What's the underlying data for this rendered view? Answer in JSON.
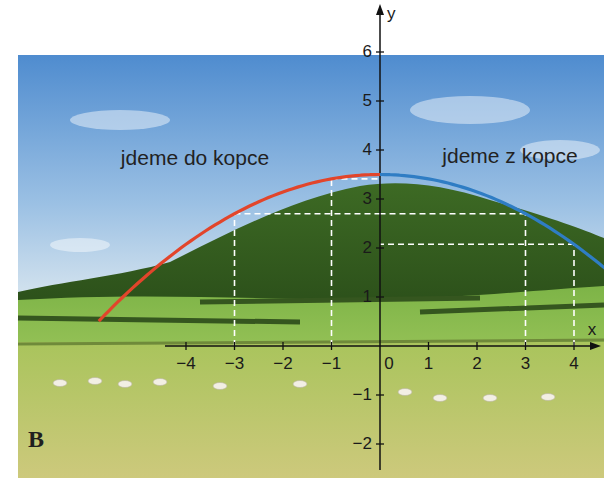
{
  "diagram": {
    "labels": [
      "y",
      "6",
      "5",
      "4",
      "3",
      "2",
      "1",
      "−1",
      "−2",
      "−4",
      "−3",
      "−2",
      "−1",
      "0",
      "1",
      "2",
      "3",
      "4",
      "x",
      "jdeme do kopce",
      "jdeme z kopce",
      "B"
    ]
  }
}
